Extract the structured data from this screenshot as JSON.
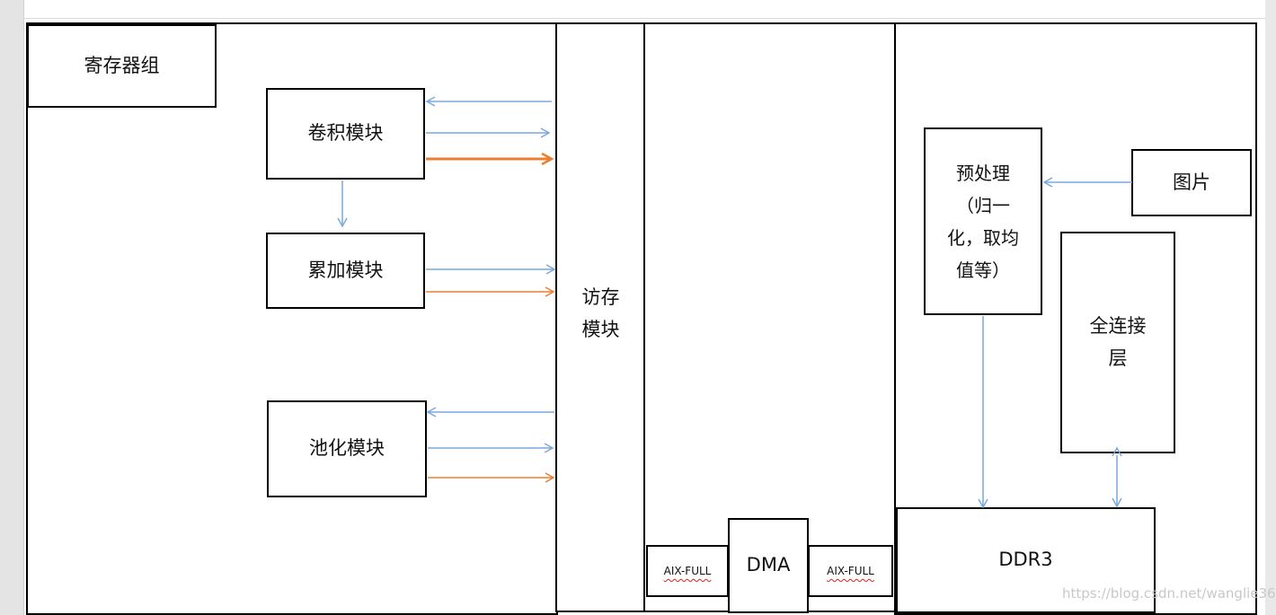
{
  "colors": {
    "blue": "#7aa9dd",
    "orange": "#ed7d31"
  },
  "blocks": {
    "register_group": "寄存器组",
    "conv": "卷积模块",
    "accum": "累加模块",
    "pool": "池化模块",
    "mem_access": [
      "访存",
      "模块"
    ],
    "axi_full_left": "AIX-FULL",
    "dma": "DMA",
    "axi_full_right": "AIX-FULL",
    "preprocess": [
      "预处理",
      "（归一",
      "化，取均",
      "值等）"
    ],
    "image": "图片",
    "fully_connected": [
      "全连接",
      "层"
    ],
    "ddr3": "DDR3"
  },
  "watermark": "https://blog.csdn.net/wanglie36"
}
